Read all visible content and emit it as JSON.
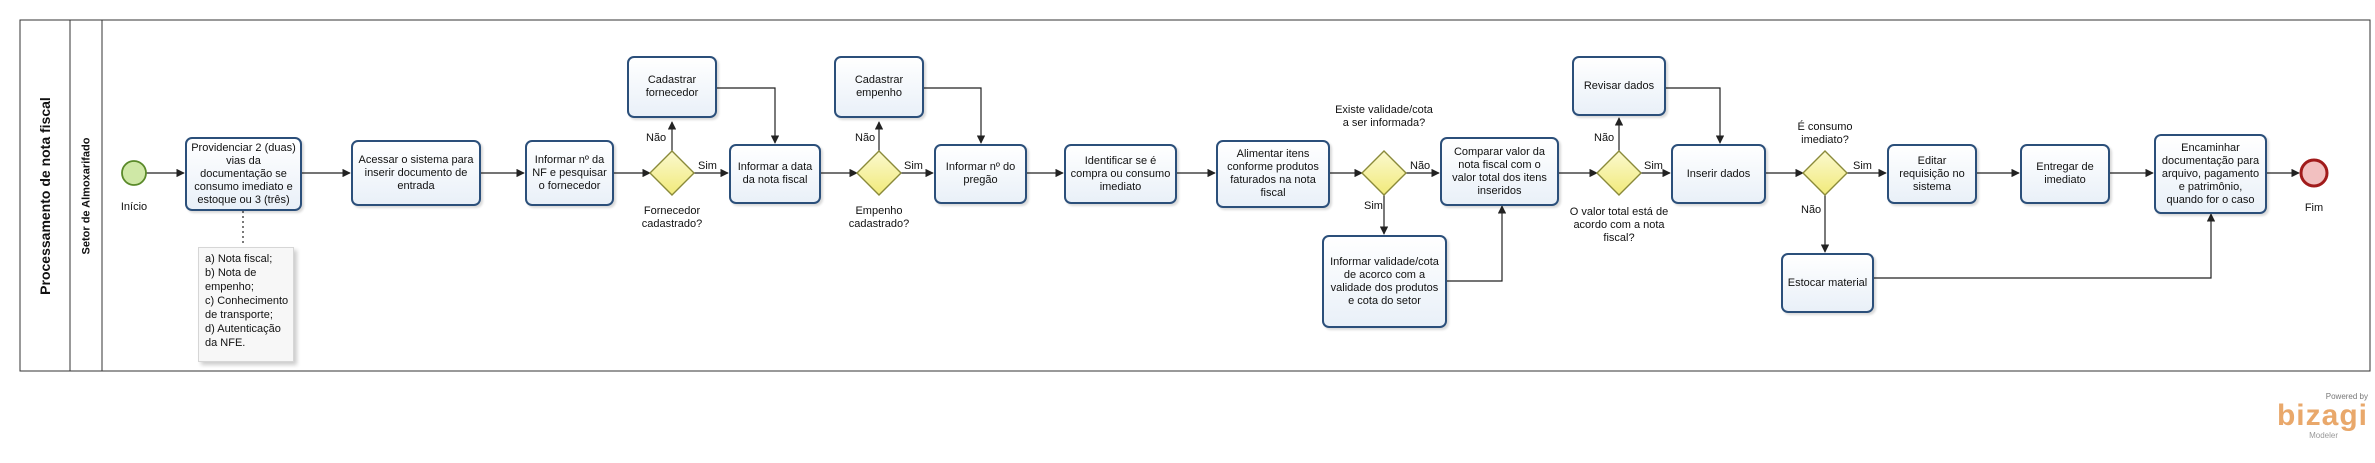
{
  "pool": {
    "title": "Processamento de nota fiscal"
  },
  "lane": {
    "title": "Setor de Almoxarifado"
  },
  "events": {
    "start": "Início",
    "end": "Fim"
  },
  "tasks": [
    {
      "id": "t1",
      "text": "Providenciar 2 (duas) vias da documentação se consumo imediato e estoque ou 3 (três)"
    },
    {
      "id": "t2",
      "text": "Acessar o sistema para inserir documento de entrada"
    },
    {
      "id": "t3",
      "text": "Informar nº da NF e pesquisar o fornecedor"
    },
    {
      "id": "t4",
      "text": "Cadastrar fornecedor"
    },
    {
      "id": "t5",
      "text": "Informar a data da nota fiscal"
    },
    {
      "id": "t6",
      "text": "Cadastrar empenho"
    },
    {
      "id": "t7",
      "text": "Informar nº do pregão"
    },
    {
      "id": "t8",
      "text": "Identificar se é compra ou consumo imediato"
    },
    {
      "id": "t9",
      "text": "Alimentar itens conforme produtos faturados na nota fiscal"
    },
    {
      "id": "t10",
      "text": "Informar validade/cota de acorco com a validade dos produtos e cota do setor"
    },
    {
      "id": "t11",
      "text": "Comparar valor da nota fiscal com o valor total dos itens inseridos"
    },
    {
      "id": "t12",
      "text": "Revisar dados"
    },
    {
      "id": "t13",
      "text": "Inserir dados"
    },
    {
      "id": "t14",
      "text": "Editar requisição no sistema"
    },
    {
      "id": "t15",
      "text": "Estocar material"
    },
    {
      "id": "t16",
      "text": "Entregar de imediato"
    },
    {
      "id": "t17",
      "text": "Encaminhar documentação para arquivo, pagamento e patrimônio, quando for o caso"
    }
  ],
  "gateways": [
    {
      "id": "g1",
      "text": "Fornecedor cadastrado?"
    },
    {
      "id": "g2",
      "text": "Empenho cadastrado?"
    },
    {
      "id": "g3",
      "text": "Existe validade/cota a ser informada?"
    },
    {
      "id": "g4",
      "text": "O valor total está de acordo com a nota fiscal?"
    },
    {
      "id": "g5",
      "text": "É consumo imediato?"
    }
  ],
  "flow_labels": {
    "yes": "Sim",
    "no": "Não"
  },
  "annotation": {
    "lines": [
      "a) Nota fiscal;",
      "b) Nota de",
      "empenho;",
      "c) Conhecimento",
      "de transporte;",
      "d) Autenticação",
      "da NFE."
    ]
  },
  "branding": {
    "powered": "Powered by",
    "brand": "bizagi",
    "product": "Modeler"
  },
  "colors": {
    "task_border": "#2b4f7a",
    "start_fill": "#cfe8a6",
    "start_border": "#5a8a2a",
    "end_fill": "#f2c0c0",
    "end_border": "#a11b1b",
    "gateway_fill": "#f7f3a0",
    "gateway_border": "#8a8a3a"
  }
}
